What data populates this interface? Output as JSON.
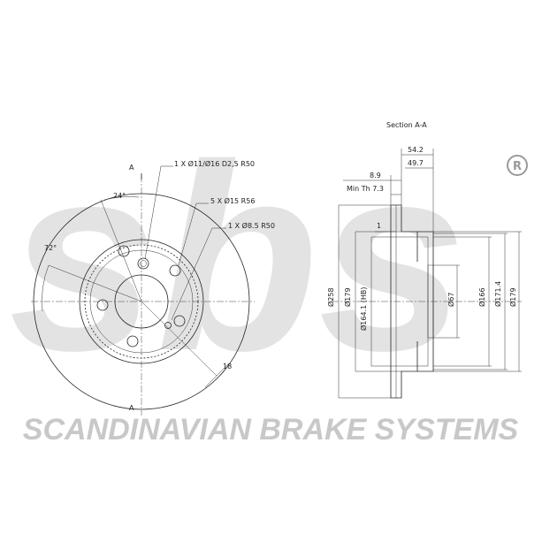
{
  "brand": {
    "logo_text": "sbs",
    "registered_mark": "®",
    "tagline": "SCANDINAVIAN BRAKE SYSTEMS",
    "watermark_color": "#e3e3e3"
  },
  "front_view": {
    "section_marker_top": "A",
    "section_marker_bottom": "A",
    "angle_1": "24°",
    "angle_2": "72°",
    "callout_1": "1 X Ø11/Ø16 D2,5 R50",
    "callout_2": "5 X Ø15 R56",
    "callout_3": "1 X Ø8.5 R50",
    "dim_18": "18"
  },
  "section_view": {
    "title": "Section A-A",
    "dim_54_2": "54.2",
    "dim_49_7": "49.7",
    "dim_8_9": "8.9",
    "min_thickness": "Min Th 7.3",
    "dim_1": "1",
    "d_258": "Ø258",
    "d_179_left": "Ø179",
    "d_164_1": "Ø164.1 (HB)",
    "d_67": "Ø67",
    "d_166": "Ø166",
    "d_171_4": "Ø171.4",
    "d_179_right": "Ø179"
  }
}
